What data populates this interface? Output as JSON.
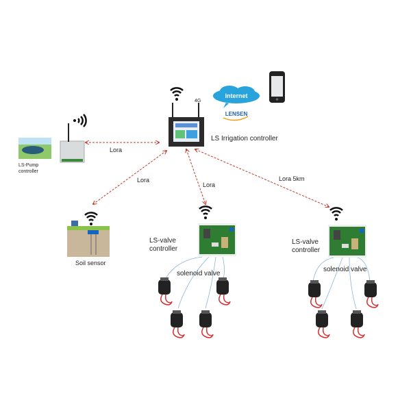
{
  "colors": {
    "link": "#c0392b",
    "board": "#2e7d32",
    "cloud": "#29a3dc",
    "solenoid": "#222222",
    "wire_red": "#d32f2f"
  },
  "nodes": {
    "irrigation_controller": {
      "label": "LS Irrigation controller",
      "network": "4G"
    },
    "internet": {
      "label": "Internet"
    },
    "logo": {
      "text": "LENSEN"
    },
    "pump_controller": {
      "label_line1": "LS-Pump",
      "label_line2": "controller"
    },
    "soil_sensor": {
      "label": "Soil sensor"
    },
    "valve_controller_1": {
      "label_line1": "LS-valve",
      "label_line2": "controller",
      "valves_label": "solenoid valve"
    },
    "valve_controller_2": {
      "label_line1": "LS-valve",
      "label_line2": "controller",
      "valves_label": "solenoid valve"
    }
  },
  "links": [
    {
      "from": "pump_controller",
      "to": "irrigation_controller",
      "label": "Lora"
    },
    {
      "from": "irrigation_controller",
      "to": "soil_sensor",
      "label": "Lora"
    },
    {
      "from": "irrigation_controller",
      "to": "valve_controller_1",
      "label": "Lora"
    },
    {
      "from": "irrigation_controller",
      "to": "valve_controller_2",
      "label": "Lora 5km"
    }
  ],
  "icons": [
    "wifi-icon",
    "cloud-icon",
    "phone-icon",
    "antenna-icon",
    "solenoid-valve-icon"
  ]
}
